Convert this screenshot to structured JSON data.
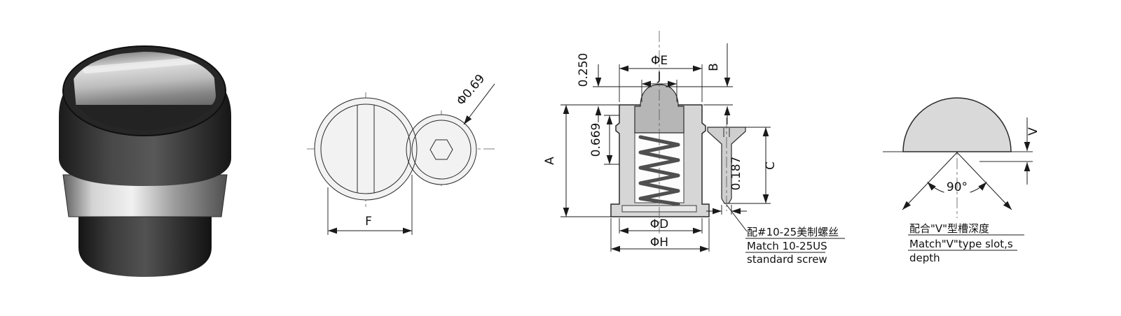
{
  "sheet": {
    "background": "#ffffff",
    "line_color": "#1a1a1a"
  },
  "top_view": {
    "diameter_label": "Φ0.69",
    "width_label": "F"
  },
  "section_view": {
    "protrusion": "0.250",
    "outer_dia": "ΦE",
    "slot_width": "J",
    "rim_height": "B",
    "total_height": "A",
    "inner_depth": "0.669",
    "screw_dia": "0.187",
    "screw_length": "C",
    "body_dia": "ΦD",
    "flange_dia": "ΦH",
    "screw_note_cn": "配#10-25美制螺丝",
    "screw_note_en_1": "Match 10-25US",
    "screw_note_en_2": "standard screw"
  },
  "v_detail": {
    "depth_label": "V",
    "angle_label": "90°",
    "note_cn": "配合\"V\"型槽深度",
    "note_en_1": "Match\"V\"type slot,s",
    "note_en_2": "depth"
  }
}
